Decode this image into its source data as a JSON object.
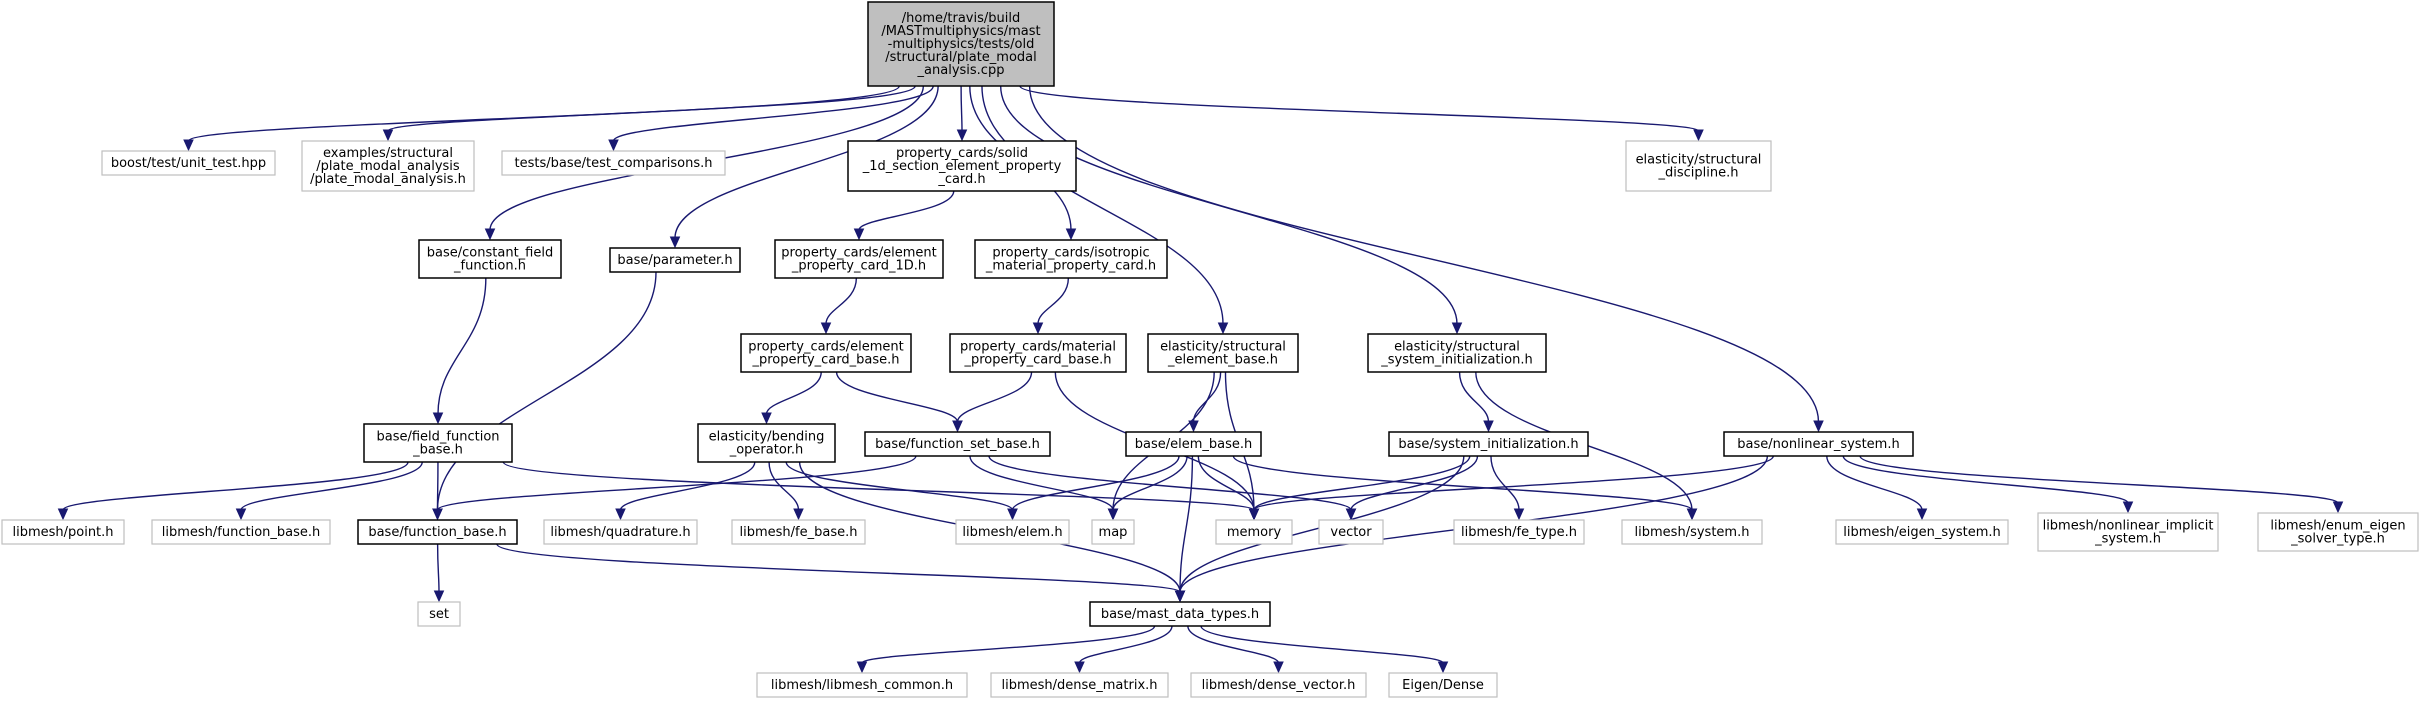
{
  "colors": {
    "edge": "#191970",
    "root_fill": "#bfbfbf",
    "ext_border": "#bfbfbf",
    "node_border": "#000000"
  },
  "nodes": [
    {
      "id": "root",
      "kind": "root",
      "lines": [
        "/home/travis/build",
        "/MASTmultiphysics/mast",
        "-multiphysics/tests/old",
        "/structural/plate_modal",
        "_analysis.cpp"
      ]
    },
    {
      "id": "n_unit_test",
      "kind": "ext",
      "lines": [
        "boost/test/unit_test.hpp"
      ]
    },
    {
      "id": "n_plate_modal",
      "kind": "ext",
      "lines": [
        "examples/structural",
        "/plate_modal_analysis",
        "/plate_modal_analysis.h"
      ]
    },
    {
      "id": "n_test_comparisons",
      "kind": "ext",
      "lines": [
        "tests/base/test_comparisons.h"
      ]
    },
    {
      "id": "n_solid1d",
      "kind": "int",
      "lines": [
        "property_cards/solid",
        "_1d_section_element_property",
        "_card.h"
      ]
    },
    {
      "id": "n_struct_discipline",
      "kind": "ext",
      "lines": [
        "elasticity/structural",
        "_discipline.h"
      ]
    },
    {
      "id": "n_constant_field",
      "kind": "int",
      "lines": [
        "base/constant_field",
        "_function.h"
      ]
    },
    {
      "id": "n_parameter",
      "kind": "int",
      "lines": [
        "base/parameter.h"
      ]
    },
    {
      "id": "n_epc1d",
      "kind": "int",
      "lines": [
        "property_cards/element",
        "_property_card_1D.h"
      ]
    },
    {
      "id": "n_isotropic",
      "kind": "int",
      "lines": [
        "property_cards/isotropic",
        "_material_property_card.h"
      ]
    },
    {
      "id": "n_epc_base",
      "kind": "int",
      "lines": [
        "property_cards/element",
        "_property_card_base.h"
      ]
    },
    {
      "id": "n_mpc_base",
      "kind": "int",
      "lines": [
        "property_cards/material",
        "_property_card_base.h"
      ]
    },
    {
      "id": "n_struct_elem_base",
      "kind": "int",
      "lines": [
        "elasticity/structural",
        "_element_base.h"
      ]
    },
    {
      "id": "n_struct_sys_init",
      "kind": "int",
      "lines": [
        "elasticity/structural",
        "_system_initialization.h"
      ]
    },
    {
      "id": "n_field_function_base",
      "kind": "int",
      "lines": [
        "base/field_function",
        "_base.h"
      ]
    },
    {
      "id": "n_bending",
      "kind": "int",
      "lines": [
        "elasticity/bending",
        "_operator.h"
      ]
    },
    {
      "id": "n_function_set_base",
      "kind": "int",
      "lines": [
        "base/function_set_base.h"
      ]
    },
    {
      "id": "n_elem_base",
      "kind": "int",
      "lines": [
        "base/elem_base.h"
      ]
    },
    {
      "id": "n_system_init",
      "kind": "int",
      "lines": [
        "base/system_initialization.h"
      ]
    },
    {
      "id": "n_nonlinear_system",
      "kind": "int",
      "lines": [
        "base/nonlinear_system.h"
      ]
    },
    {
      "id": "n_point",
      "kind": "ext",
      "lines": [
        "libmesh/point.h"
      ]
    },
    {
      "id": "n_lm_function_base",
      "kind": "ext",
      "lines": [
        "libmesh/function_base.h"
      ]
    },
    {
      "id": "n_function_base",
      "kind": "int",
      "lines": [
        "base/function_base.h"
      ]
    },
    {
      "id": "n_quadrature",
      "kind": "ext",
      "lines": [
        "libmesh/quadrature.h"
      ]
    },
    {
      "id": "n_fe_base",
      "kind": "ext",
      "lines": [
        "libmesh/fe_base.h"
      ]
    },
    {
      "id": "n_lm_elem",
      "kind": "ext",
      "lines": [
        "libmesh/elem.h"
      ]
    },
    {
      "id": "n_map",
      "kind": "ext",
      "lines": [
        "map"
      ]
    },
    {
      "id": "n_memory",
      "kind": "ext",
      "lines": [
        "memory"
      ]
    },
    {
      "id": "n_vector",
      "kind": "ext",
      "lines": [
        "vector"
      ]
    },
    {
      "id": "n_fe_type",
      "kind": "ext",
      "lines": [
        "libmesh/fe_type.h"
      ]
    },
    {
      "id": "n_lm_system",
      "kind": "ext",
      "lines": [
        "libmesh/system.h"
      ]
    },
    {
      "id": "n_eigen_system",
      "kind": "ext",
      "lines": [
        "libmesh/eigen_system.h"
      ]
    },
    {
      "id": "n_nonlinear_implicit",
      "kind": "ext",
      "lines": [
        "libmesh/nonlinear_implicit",
        "_system.h"
      ]
    },
    {
      "id": "n_enum_eigen",
      "kind": "ext",
      "lines": [
        "libmesh/enum_eigen",
        "_solver_type.h"
      ]
    },
    {
      "id": "n_set",
      "kind": "ext",
      "lines": [
        "set"
      ]
    },
    {
      "id": "n_mast_data_types",
      "kind": "int",
      "lines": [
        "base/mast_data_types.h"
      ]
    },
    {
      "id": "n_libmesh_common",
      "kind": "ext",
      "lines": [
        "libmesh/libmesh_common.h"
      ]
    },
    {
      "id": "n_dense_matrix",
      "kind": "ext",
      "lines": [
        "libmesh/dense_matrix.h"
      ]
    },
    {
      "id": "n_dense_vector",
      "kind": "ext",
      "lines": [
        "libmesh/dense_vector.h"
      ]
    },
    {
      "id": "n_eigen_dense",
      "kind": "ext",
      "lines": [
        "Eigen/Dense"
      ]
    }
  ],
  "edges": [
    [
      "root",
      "n_unit_test"
    ],
    [
      "root",
      "n_plate_modal"
    ],
    [
      "root",
      "n_test_comparisons"
    ],
    [
      "root",
      "n_solid1d"
    ],
    [
      "root",
      "n_struct_discipline"
    ],
    [
      "root",
      "n_constant_field"
    ],
    [
      "root",
      "n_parameter"
    ],
    [
      "root",
      "n_isotropic"
    ],
    [
      "root",
      "n_struct_elem_base"
    ],
    [
      "root",
      "n_struct_sys_init"
    ],
    [
      "root",
      "n_nonlinear_system"
    ],
    [
      "n_solid1d",
      "n_epc1d"
    ],
    [
      "n_epc1d",
      "n_epc_base"
    ],
    [
      "n_isotropic",
      "n_mpc_base"
    ],
    [
      "n_epc_base",
      "n_bending"
    ],
    [
      "n_epc_base",
      "n_function_set_base"
    ],
    [
      "n_mpc_base",
      "n_function_set_base"
    ],
    [
      "n_mpc_base",
      "n_memory"
    ],
    [
      "n_constant_field",
      "n_field_function_base"
    ],
    [
      "n_parameter",
      "n_function_base"
    ],
    [
      "n_field_function_base",
      "n_point"
    ],
    [
      "n_field_function_base",
      "n_lm_function_base"
    ],
    [
      "n_field_function_base",
      "n_function_base"
    ],
    [
      "n_field_function_base",
      "n_memory"
    ],
    [
      "n_bending",
      "n_quadrature"
    ],
    [
      "n_bending",
      "n_fe_base"
    ],
    [
      "n_bending",
      "n_lm_elem"
    ],
    [
      "n_bending",
      "n_mast_data_types"
    ],
    [
      "n_function_set_base",
      "n_function_base"
    ],
    [
      "n_function_set_base",
      "n_map"
    ],
    [
      "n_function_set_base",
      "n_vector"
    ],
    [
      "n_struct_elem_base",
      "n_elem_base"
    ],
    [
      "n_struct_elem_base",
      "n_map"
    ],
    [
      "n_struct_elem_base",
      "n_memory"
    ],
    [
      "n_elem_base",
      "n_lm_elem"
    ],
    [
      "n_elem_base",
      "n_map"
    ],
    [
      "n_elem_base",
      "n_memory"
    ],
    [
      "n_elem_base",
      "n_lm_system"
    ],
    [
      "n_elem_base",
      "n_mast_data_types"
    ],
    [
      "n_struct_sys_init",
      "n_system_init"
    ],
    [
      "n_struct_sys_init",
      "n_lm_system"
    ],
    [
      "n_system_init",
      "n_memory"
    ],
    [
      "n_system_init",
      "n_vector"
    ],
    [
      "n_system_init",
      "n_fe_type"
    ],
    [
      "n_system_init",
      "n_mast_data_types"
    ],
    [
      "n_nonlinear_system",
      "n_memory"
    ],
    [
      "n_nonlinear_system",
      "n_eigen_system"
    ],
    [
      "n_nonlinear_system",
      "n_nonlinear_implicit"
    ],
    [
      "n_nonlinear_system",
      "n_enum_eigen"
    ],
    [
      "n_nonlinear_system",
      "n_mast_data_types"
    ],
    [
      "n_function_base",
      "n_set"
    ],
    [
      "n_function_base",
      "n_mast_data_types"
    ],
    [
      "n_mast_data_types",
      "n_libmesh_common"
    ],
    [
      "n_mast_data_types",
      "n_dense_matrix"
    ],
    [
      "n_mast_data_types",
      "n_dense_vector"
    ],
    [
      "n_mast_data_types",
      "n_eigen_dense"
    ]
  ]
}
